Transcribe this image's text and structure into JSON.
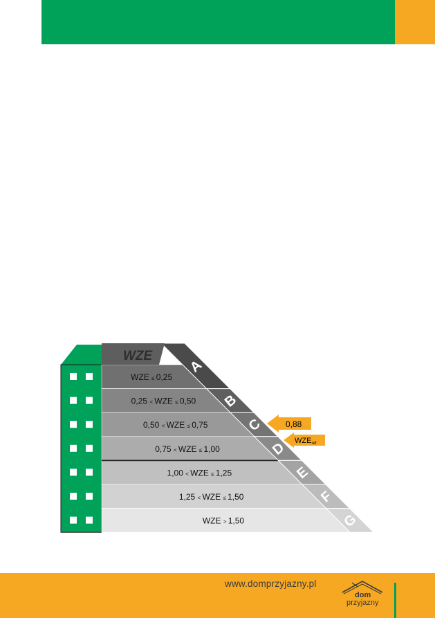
{
  "header": {
    "bar_color": "#00a25a",
    "accent_color": "#f7a823"
  },
  "scale": {
    "header_label": "WZE",
    "classes": [
      "A",
      "B",
      "C",
      "D",
      "E",
      "F",
      "G"
    ],
    "ranges": [
      {
        "lower": "",
        "lower_op": "",
        "var": "WZE",
        "upper_op": "≤",
        "upper": "0,25"
      },
      {
        "lower": "0,25",
        "lower_op": "<",
        "var": "WZE",
        "upper_op": "≤",
        "upper": "0,50"
      },
      {
        "lower": "0,50",
        "lower_op": "<",
        "var": "WZE",
        "upper_op": "≤",
        "upper": "0,75"
      },
      {
        "lower": "0,75",
        "lower_op": "<",
        "var": "WZE",
        "upper_op": "≤",
        "upper": "1,00"
      },
      {
        "lower": "1,00",
        "lower_op": "<",
        "var": "WZE",
        "upper_op": "≤",
        "upper": "1,25"
      },
      {
        "lower": "1,25",
        "lower_op": "<",
        "var": "WZE",
        "upper_op": "≤",
        "upper": "1,50"
      },
      {
        "lower": "",
        "lower_op": "",
        "var": "WZE",
        "upper_op": ">",
        "upper": "1,50"
      }
    ],
    "row_colors": [
      "#707070",
      "#858585",
      "#999999",
      "#acacac",
      "#c0c0c0",
      "#d2d2d2",
      "#e6e6e6"
    ],
    "side_colors": [
      "#4a4a4a",
      "#5f5f5f",
      "#747474",
      "#8a8a8a",
      "#a3a3a3",
      "#bcbcbc",
      "#d4d4d4"
    ],
    "building_color": "#00a25a"
  },
  "indicators": {
    "value_arrow": {
      "label": "0,88",
      "color": "#f7a823"
    },
    "ref_arrow": {
      "label": "WZE",
      "subscript": "ref",
      "color": "#f7a823"
    }
  },
  "footer": {
    "bg_color": "#f7a823",
    "url": "www.domprzyjazny.pl",
    "logo_line1": "dom",
    "logo_line2": "przyjazny"
  }
}
